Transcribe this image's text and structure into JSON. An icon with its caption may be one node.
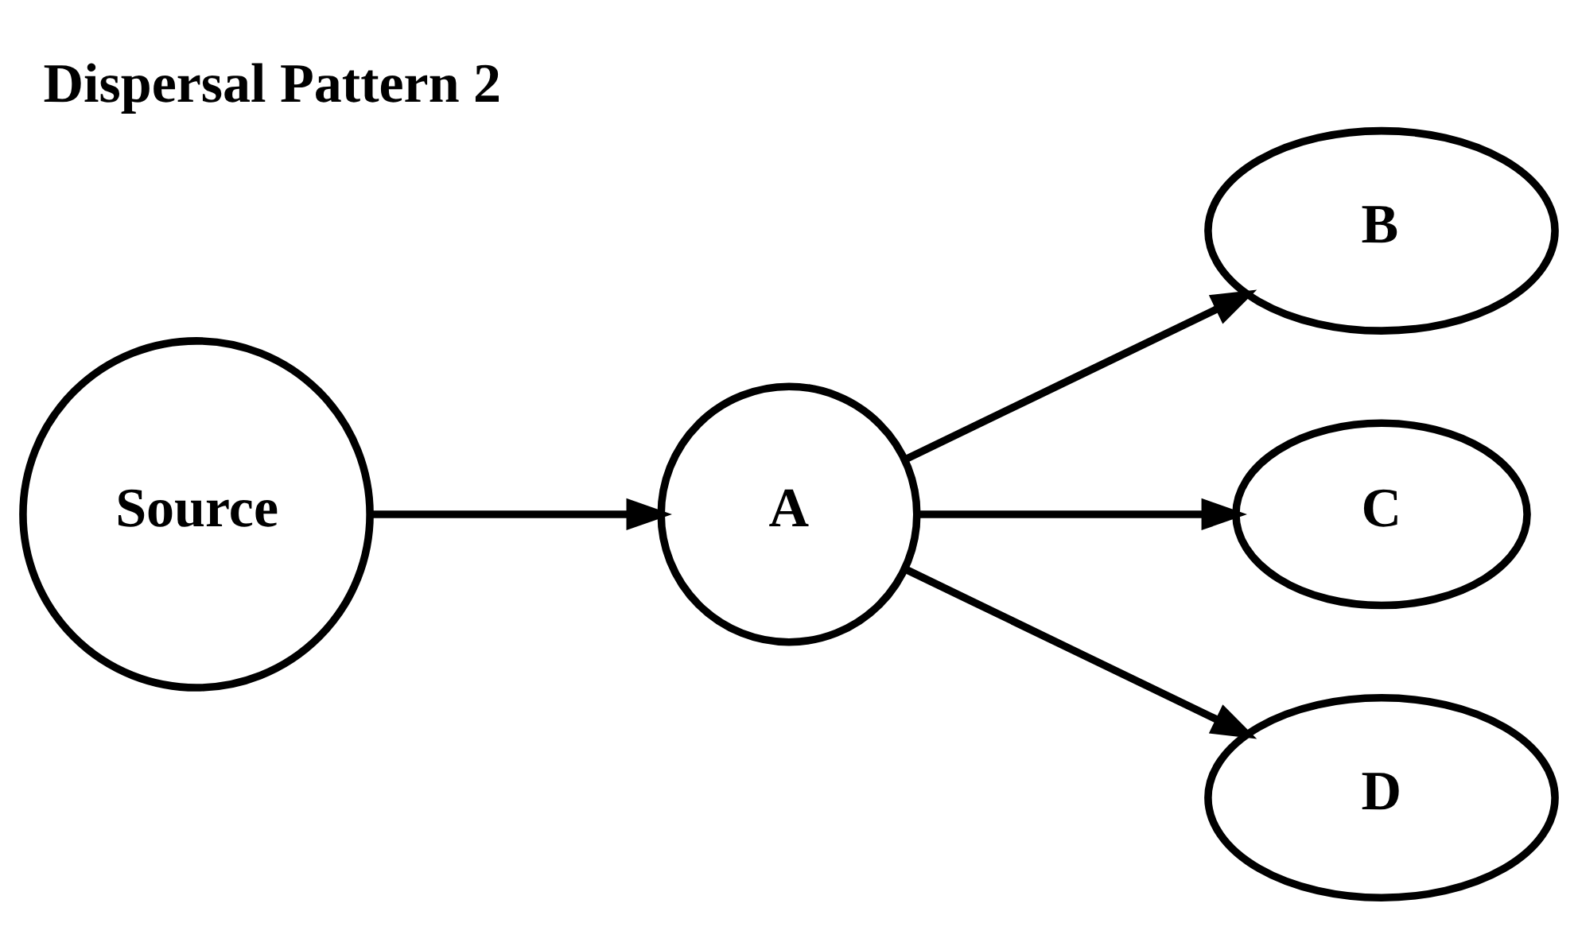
{
  "diagram": {
    "title": "Dispersal Pattern 2",
    "nodes": [
      {
        "text": [
          "Source"
        ]
      },
      {
        "text": [
          "A"
        ]
      },
      {
        "text": [
          "B"
        ]
      },
      {
        "text": [
          "C"
        ]
      },
      {
        "text": [
          "D"
        ]
      }
    ],
    "edges": [
      {
        "from": 0,
        "to": 1,
        "arrow": "to"
      },
      {
        "from": 1,
        "to": 2,
        "arrow": "to"
      },
      {
        "from": 1,
        "to": 3,
        "arrow": "to"
      },
      {
        "from": 1,
        "to": 4,
        "arrow": "to"
      }
    ]
  }
}
